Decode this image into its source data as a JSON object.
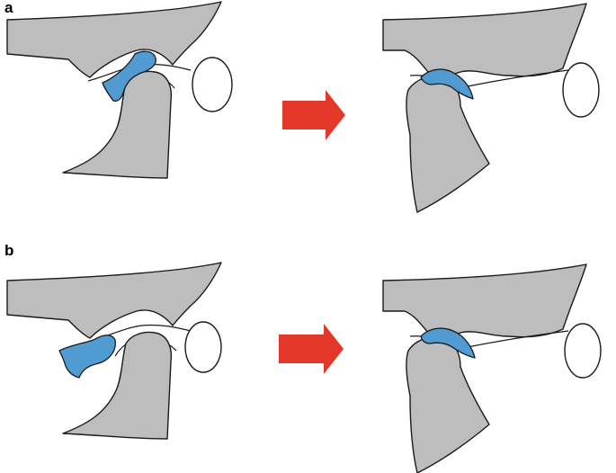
{
  "panels": [
    {
      "label": "a",
      "before_state": "disc-on-condyle",
      "after_state": "disc-on-condyle"
    },
    {
      "label": "b",
      "before_state": "disc-displaced-anterior",
      "after_state": "disc-on-condyle"
    }
  ],
  "colors": {
    "bone": "#bdbdbd",
    "disc": "#4f9bd2",
    "arrow": "#e3372a",
    "outline": "#1a1a1a"
  },
  "icons": {
    "transition": "right-arrow-icon"
  }
}
